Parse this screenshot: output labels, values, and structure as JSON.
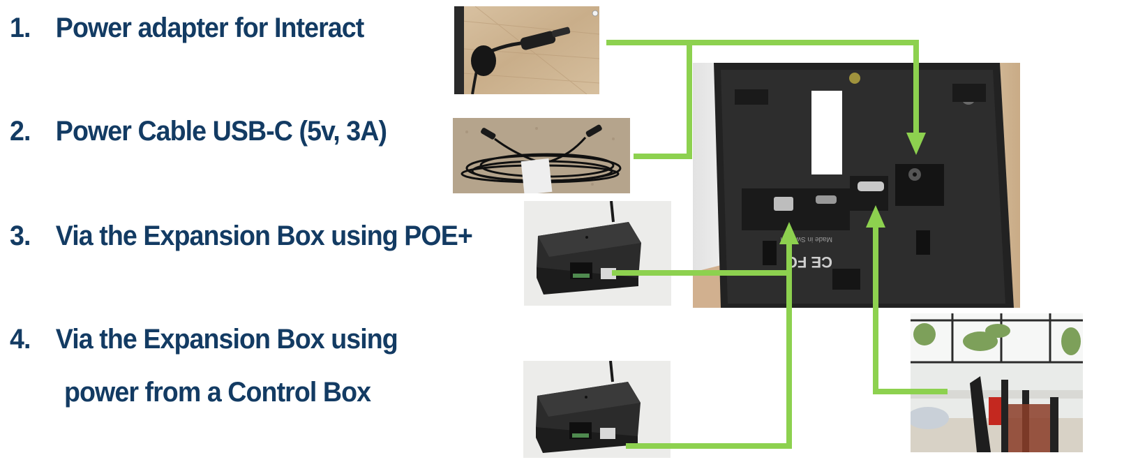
{
  "items": [
    {
      "num": "1.",
      "text": "Power adapter for Interact"
    },
    {
      "num": "2.",
      "text": "Power Cable USB-C (5v, 3A)"
    },
    {
      "num": "3.",
      "text": "Via the Expansion Box using POE+"
    },
    {
      "num": "4.",
      "text": "Via the Expansion Box using"
    }
  ],
  "item4_line2": "power from a Control Box",
  "photos": {
    "adapter": "Power adapter photo",
    "usbc_cable": "USB-C cable photo",
    "expansion_box_poe": "Expansion box photo",
    "expansion_box_control": "Expansion box photo",
    "device_ports": "Device port panel photo",
    "control_box_desk": "Office desk photo"
  },
  "device_markings": [
    "CE FC",
    "Made in Sweden"
  ],
  "colors": {
    "text": "#133b63",
    "connector": "#8dd14f"
  }
}
